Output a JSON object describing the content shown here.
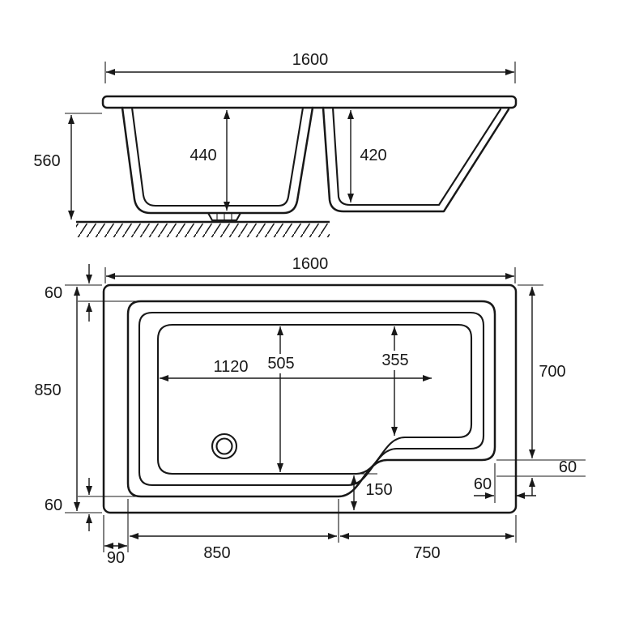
{
  "colors": {
    "line": "#181818",
    "background": "#ffffff"
  },
  "side_view": {
    "overall_length": "1600",
    "overall_height": "560",
    "internal_depth": "440",
    "end_depth": "420"
  },
  "plan_view": {
    "overall_length": "1600",
    "top_rim_width": "60",
    "overall_width": "850",
    "bottom_rim_width": "60",
    "internal_length": "1120",
    "internal_width": "505",
    "end_internal_width": "355",
    "end_panel_width": "700",
    "right_rim_width": "60",
    "right_edge_gap": "60",
    "step_depth": "150",
    "left_end_gap": "90",
    "main_section_length": "850",
    "end_section_length": "750"
  }
}
